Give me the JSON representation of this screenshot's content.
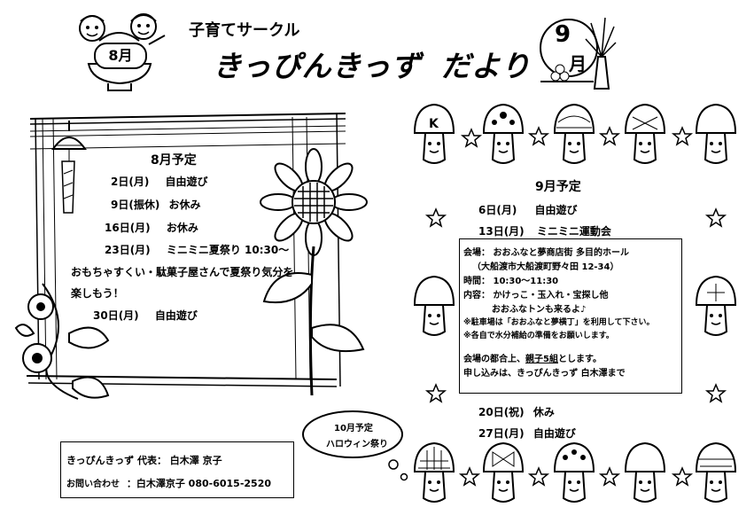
{
  "header": {
    "circle_title": "子育てサークル",
    "newsletter_title": "きっぴんきっず",
    "newsletter_suffix": "だより",
    "august_badge": "8月",
    "september_badge_num": "9",
    "september_badge_unit": "月"
  },
  "august": {
    "heading": "8月予定",
    "items": [
      {
        "day": "2日(月)",
        "event": "自由遊び"
      },
      {
        "day": "9日(振休)",
        "event": "お休み"
      },
      {
        "day": "16日(月)",
        "event": "お休み"
      },
      {
        "day": "23日(月)",
        "event": "ミニミニ夏祭り 10:30～"
      }
    ],
    "note_line1": "おもちゃすくい・駄菓子屋さんで夏祭り気分を",
    "note_line2": "楽しもう！",
    "last_item": {
      "day": "30日(月)",
      "event": "自由遊び"
    }
  },
  "september": {
    "heading": "9月予定",
    "items": [
      {
        "day": "6日(月)",
        "event": "自由遊び"
      },
      {
        "day": "13日(月)",
        "event": "ミニミニ運動会"
      }
    ],
    "detail": {
      "venue": "会場： おおふなと夢商店街 多目的ホール",
      "address": "（大船渡市大船渡町野々田 12-34）",
      "time": "時間： 10:30～11:30",
      "content1": "内容： かけっこ・玉入れ・宝探し他",
      "content2": "おおふなトンも来るよ♪",
      "parking": "※駐車場は「おおふなと夢横丁」を利用して下さい。",
      "water": "※各自で水分補給の準備をお願いします。",
      "limit_prefix": "会場の都合上、",
      "limit_em": "親子5組",
      "limit_suffix": "とします。",
      "apply": "申し込みは、きっぴんきっず 白木澤まで"
    },
    "later_items": [
      {
        "day": "20日(祝)",
        "event": "休み"
      },
      {
        "day": "27日(月)",
        "event": "自由遊び"
      }
    ]
  },
  "october": {
    "line1": "10月予定",
    "line2": "ハロウィン祭り"
  },
  "contact": {
    "rep": "きっぴんきっず 代表： 白木澤 京子",
    "inquiry_label": "お問い合わせ",
    "inquiry_value": "：白木澤京子 080-6015-2520"
  },
  "mushroom_k_letter": "K"
}
